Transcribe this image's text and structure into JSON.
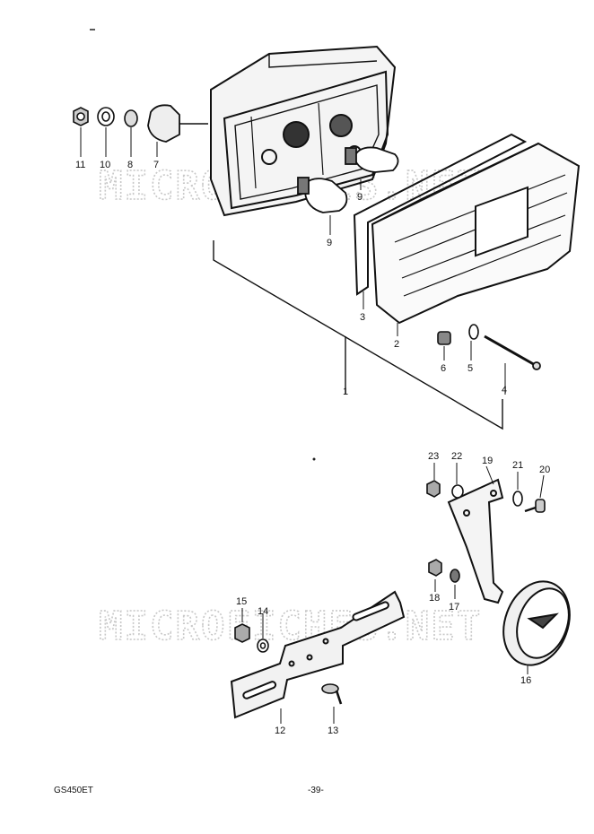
{
  "watermark": "MICROFICHES.NET",
  "callouts": {
    "c1": "1",
    "c2": "2",
    "c3": "3",
    "c4": "4",
    "c5": "5",
    "c6": "6",
    "c7": "7",
    "c8": "8",
    "c9a": "9",
    "c9b": "9",
    "c10": "10",
    "c11": "11",
    "c12": "12",
    "c13": "13",
    "c14": "14",
    "c15": "15",
    "c16": "16",
    "c17": "17",
    "c18": "18",
    "c19": "19",
    "c20": "20",
    "c21": "21",
    "c22": "22",
    "c23": "23"
  },
  "footer": {
    "model": "GS450ET",
    "page": "-39-"
  }
}
